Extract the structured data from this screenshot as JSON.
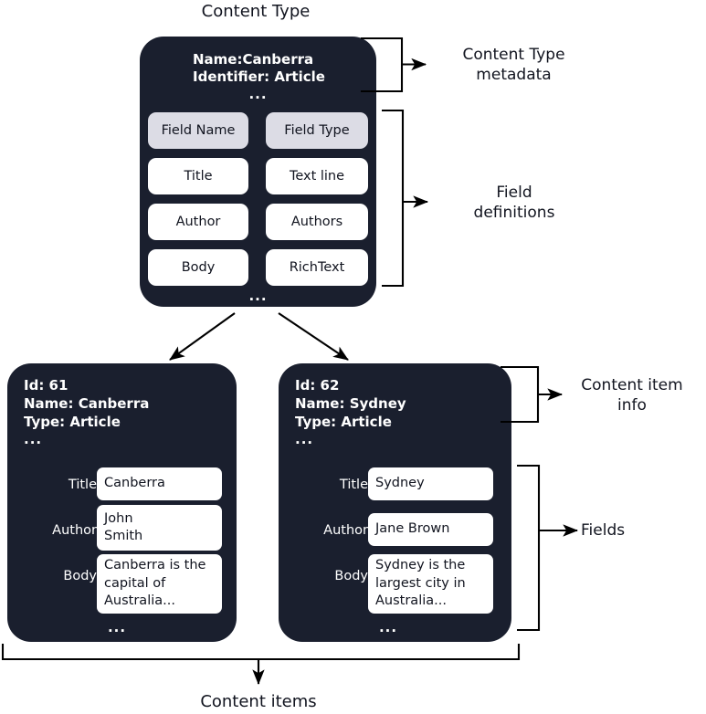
{
  "diagram": {
    "title": "Content Type",
    "bottom_label": "Content items"
  },
  "content_type_card": {
    "metadata": {
      "name_line": "Name:Canberra",
      "identifier_line": "Identifier: Article",
      "ellipsis": "..."
    },
    "field_table": {
      "headers": [
        "Field Name",
        "Field Type"
      ],
      "rows": [
        {
          "field_name": "Title",
          "field_type": "Text line"
        },
        {
          "field_name": "Author",
          "field_type": "Authors"
        },
        {
          "field_name": "Body",
          "field_type": "RichText"
        }
      ],
      "ellipsis": "..."
    }
  },
  "annotations": {
    "content_type_metadata": "Content Type\nmetadata",
    "field_definitions": "Field\ndefinitions",
    "content_item_info": "Content item\ninfo",
    "fields": "Fields"
  },
  "content_items": [
    {
      "info": {
        "id": "Id: 61",
        "name": "Name: Canberra",
        "type": "Type: Article",
        "ellipsis": "..."
      },
      "fields": [
        {
          "label": "Title",
          "value": "Canberra"
        },
        {
          "label": "Author",
          "value": "John\nSmith"
        },
        {
          "label": "Body",
          "value": "Canberra is the\ncapital of\nAustralia..."
        }
      ],
      "ellipsis": "..."
    },
    {
      "info": {
        "id": "Id: 62",
        "name": "Name: Sydney",
        "type": "Type: Article",
        "ellipsis": "..."
      },
      "fields": [
        {
          "label": "Title",
          "value": "Sydney"
        },
        {
          "label": "Author",
          "value": "Jane Brown"
        },
        {
          "label": "Body",
          "value": "Sydney is the\nlargest city in\nAustralia..."
        }
      ],
      "ellipsis": "..."
    }
  ],
  "colors": {
    "card_background": "#1a1f2e",
    "chip_header": "#dcdce5",
    "chip_value": "#ffffff",
    "text_dark": "#11141f",
    "page_background": "#ffffff"
  }
}
